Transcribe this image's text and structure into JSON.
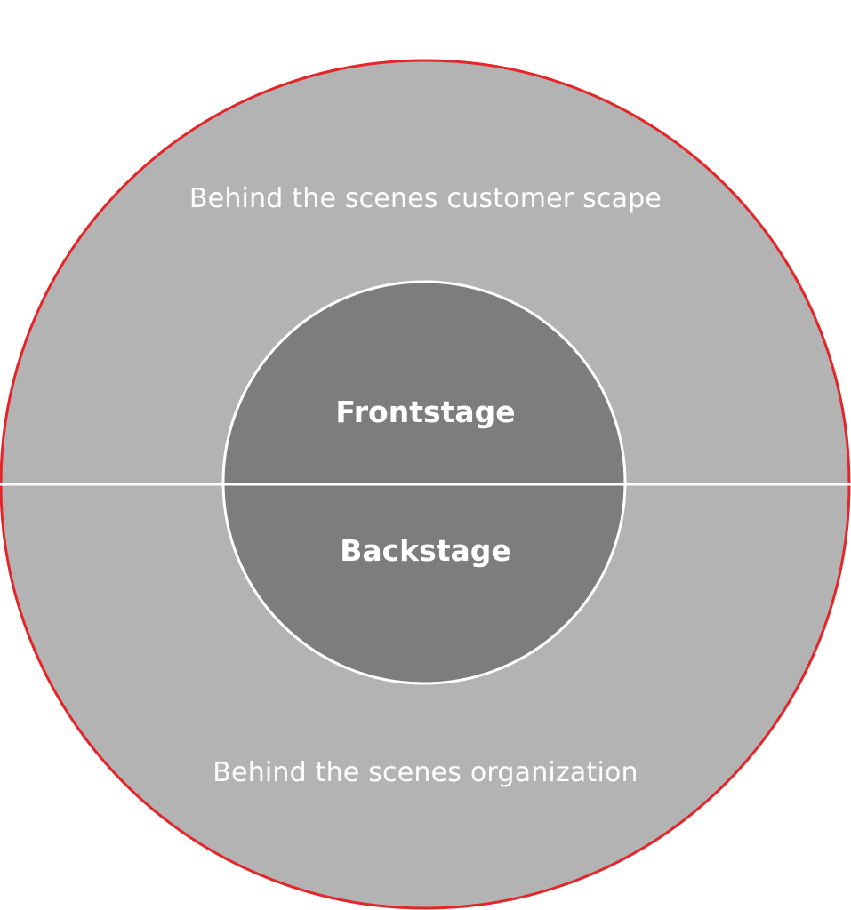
{
  "diagram": {
    "outer_top_label": "Behind the scenes customer scape",
    "inner_top_label": "Frontstage",
    "inner_bottom_label": "Backstage",
    "outer_bottom_label": "Behind the scenes organization"
  },
  "colors": {
    "outer_fill": "#b3b3b3",
    "outer_stroke": "#e3262a",
    "inner_fill": "#7d7d7d",
    "divider": "#ffffff",
    "text": "#ffffff"
  }
}
